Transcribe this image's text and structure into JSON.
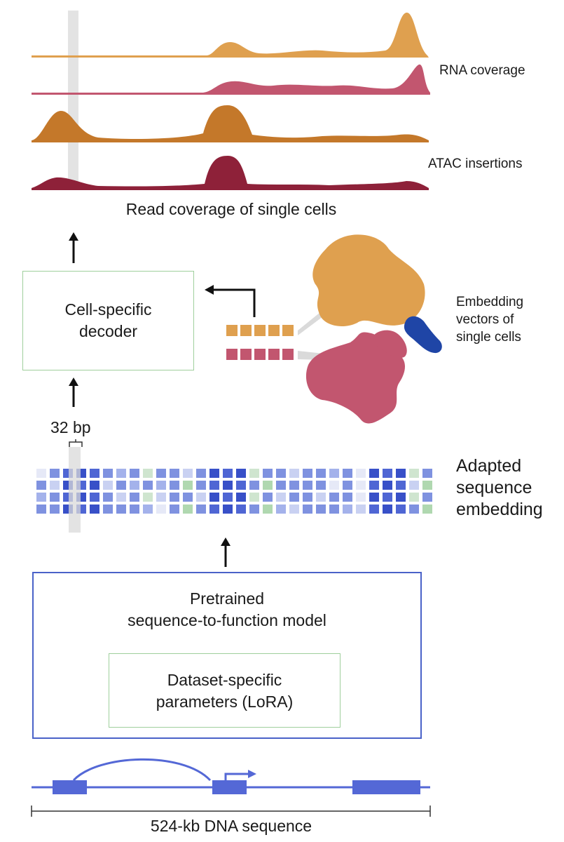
{
  "labels": {
    "rna_coverage": "RNA coverage",
    "atac_insertions": "ATAC insertions",
    "read_coverage": "Read coverage of single cells",
    "decoder_line1": "Cell-specific",
    "decoder_line2": "decoder",
    "embedding_vectors": [
      "Embedding",
      "vectors of",
      "single cells"
    ],
    "bin_size": "32 bp",
    "adapted_embedding": [
      "Adapted",
      "sequence",
      "embedding"
    ],
    "model_line1": "Pretrained",
    "model_line2": "sequence-to-function model",
    "lora_line1": "Dataset-specific",
    "lora_line2": "parameters (LoRA)",
    "dna_sequence": "524-kb DNA sequence"
  },
  "colors": {
    "track_1": "#dfa04f",
    "track_2": "#c2566f",
    "track_3": "#c4782a",
    "track_4": "#8e2139",
    "cell_orange": "#dfa04f",
    "cell_pink": "#c2566f",
    "cell_blue": "#1f45a6",
    "decoder_border": "#9fcf9c",
    "model_border": "#4a62c8",
    "gene_blue": "#5468d6",
    "highlight_band": "#e0e0e0"
  },
  "icons": [
    "up-arrow-icon",
    "elbow-arrow-icon",
    "transcription-start-arrow-icon"
  ]
}
